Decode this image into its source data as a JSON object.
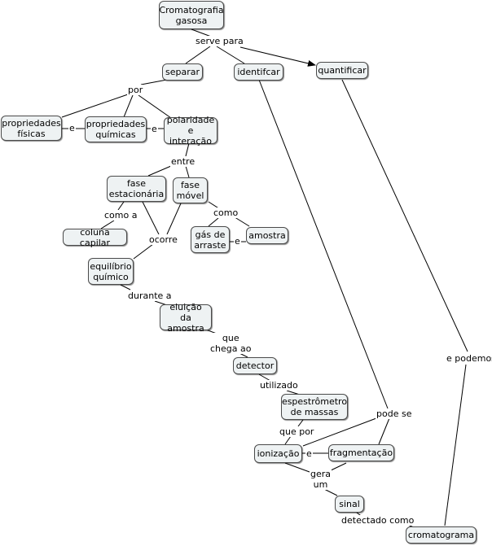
{
  "concepts": {
    "cromatografia": "Cromatografia\ngasosa",
    "separar": "separar",
    "identificar": "identifcar",
    "quantificar": "quantificar",
    "prop_fisicas": "propriedades\nfísicas",
    "prop_quimicas": "propriedades\nquímicas",
    "polaridade": "polaridade\ne interação",
    "fase_estacionaria": "fase\nestacionária",
    "fase_movel": "fase\nmóvel",
    "coluna_capilar": "coluna capilar",
    "gas_arraste": "gás de\narraste",
    "amostra": "amostra",
    "equilibrio": "equilíbrio\nquímico",
    "eluicao": "eluição da\namostra",
    "detector": "detector",
    "espectrometro": "espestrômetro\nde massas",
    "ionizacao": "ionização",
    "fragmentacao": "fragmentação",
    "sinal": "sinal",
    "cromatograma": "cromatograma"
  },
  "linking_phrases": {
    "serve_para": "serve para",
    "por": "por",
    "e1": "e",
    "e2": "e",
    "entre": "entre",
    "como_a": "como a",
    "como": "como",
    "e3": "e",
    "ocorre": "ocorre",
    "durante_a": "durante a",
    "que_chega_ao": "que\nchega ao",
    "utilizado": "utilizado",
    "que_por": "que por",
    "e4": "e",
    "pode_se": "pode se",
    "gera_um": "gera\num",
    "detectado_como": "detectado como",
    "e_podemos": "e podemos"
  }
}
